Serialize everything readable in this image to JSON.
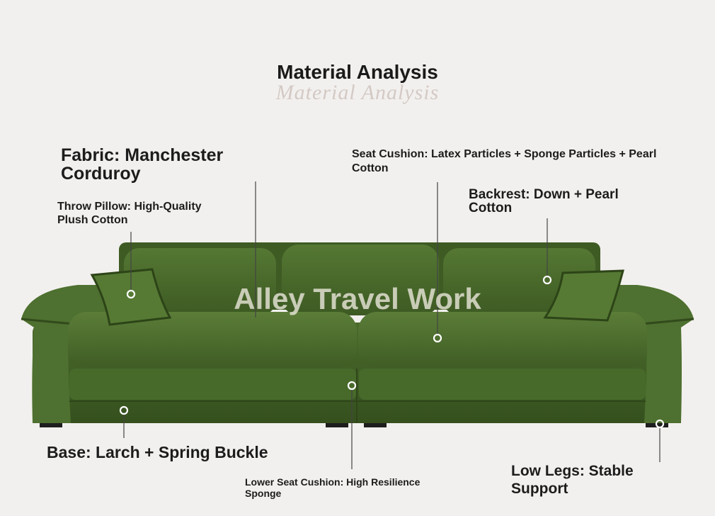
{
  "header": {
    "title": "Material Analysis",
    "ghost_title": "Material Analysis"
  },
  "watermark": {
    "text": "Alley Travel Work"
  },
  "callouts": {
    "fabric": "Fabric: Manchester Corduroy",
    "throw_pillow": "Throw Pillow: High-Quality Plush Cotton",
    "seat_cushion": "Seat Cushion: Latex Particles + Sponge Particles + Pearl Cotton",
    "backrest": "Backrest: Down + Pearl Cotton",
    "base": "Base: Larch + Spring Buckle",
    "lower_seat_cushion": "Lower Seat Cushion: High Resilience Sponge",
    "low_legs": "Low Legs: Stable Support"
  },
  "colors": {
    "background": "#f2f0ee",
    "sofa_green": "#4b6b2f",
    "sofa_dark": "#3a5424",
    "marker": "#ffffff"
  }
}
